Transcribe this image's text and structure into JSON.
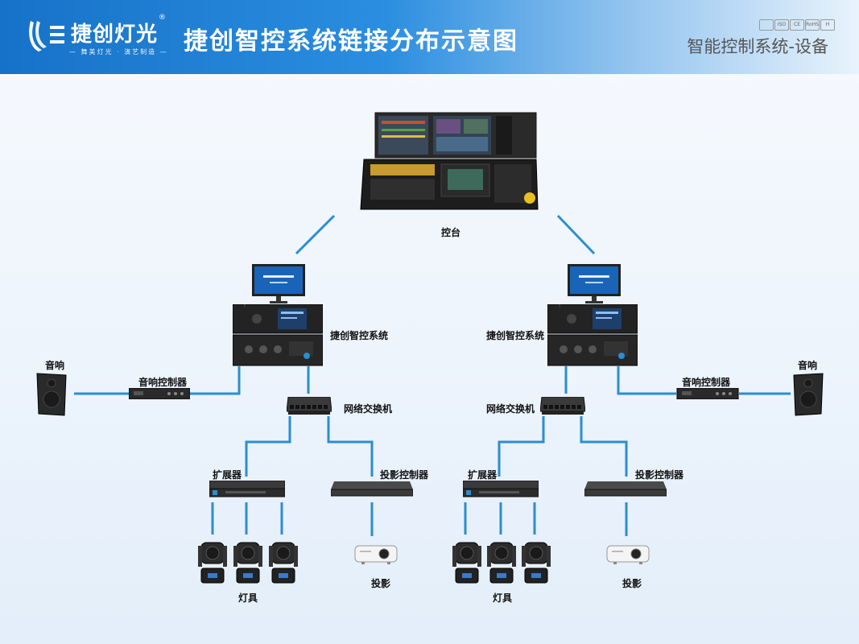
{
  "header": {
    "brand_name": "捷创灯光",
    "brand_reg": "®",
    "brand_slogan": "— 舞美灯光 · 演艺制造 —",
    "title": "捷创智控系统链接分布示意图",
    "subtitle": "智能控制系统-设备",
    "cert_badges": [
      "",
      "ISO",
      "CE",
      "RoHS",
      "H"
    ]
  },
  "colors": {
    "link": "#2a8ed0",
    "header_blue": "#1672c8",
    "device_dark": "#222222"
  },
  "labels": {
    "console": "控台",
    "system": "捷创智控系统",
    "audio": "音响",
    "audio_controller": "音响控制器",
    "switch": "网络交换机",
    "expander": "扩展器",
    "projector_controller": "投影控制器",
    "lights": "灯具",
    "projector": "投影"
  }
}
